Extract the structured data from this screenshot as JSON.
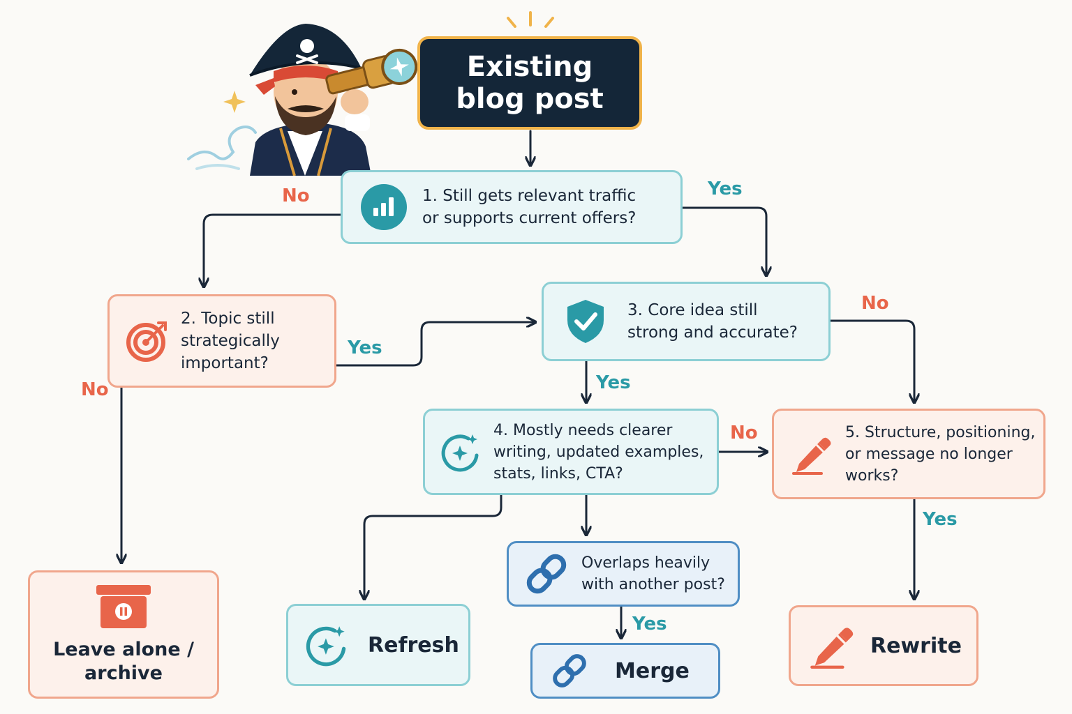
{
  "start": {
    "line1": "Existing",
    "line2": "blog post"
  },
  "nodes": {
    "q1": {
      "line1": "1. Still gets relevant traffic",
      "line2": "or supports current offers?",
      "icon": "bar-chart-icon"
    },
    "q2": {
      "line1": "2. Topic still",
      "line2": "strategically",
      "line3": "important?",
      "icon": "target-icon"
    },
    "q3": {
      "line1": "3. Core idea still",
      "line2": "strong and accurate?",
      "icon": "shield-check-icon"
    },
    "q4": {
      "line1": "4. Mostly needs clearer",
      "line2": "writing, updated examples,",
      "line3": "stats, links, CTA?",
      "icon": "sparkle-refresh-icon"
    },
    "q5": {
      "line1": "5. Structure, positioning,",
      "line2": "or message no longer",
      "line3": "works?",
      "icon": "pencil-icon"
    },
    "overlap": {
      "line1": "Overlaps heavily",
      "line2": "with another post?",
      "icon": "chain-link-icon"
    }
  },
  "results": {
    "archive": {
      "line1": "Leave alone /",
      "line2": "archive",
      "icon": "archive-box-icon"
    },
    "refresh": {
      "label": "Refresh",
      "icon": "sparkle-refresh-icon"
    },
    "merge": {
      "label": "Merge",
      "icon": "chain-link-icon"
    },
    "rewrite": {
      "label": "Rewrite",
      "icon": "pencil-icon"
    }
  },
  "edges": {
    "q1_no": "No",
    "q1_yes": "Yes",
    "q2_yes": "Yes",
    "q2_no": "No",
    "q3_no": "No",
    "q3_yes": "Yes",
    "q4_no": "No",
    "q5_yes": "Yes",
    "overlap_yes": "Yes"
  },
  "colors": {
    "navy": "#142638",
    "gold": "#f0b34a",
    "teal": "#2a9aa6",
    "coral": "#e8654a",
    "blue": "#2e6fae",
    "arrow": "#1a2738"
  }
}
